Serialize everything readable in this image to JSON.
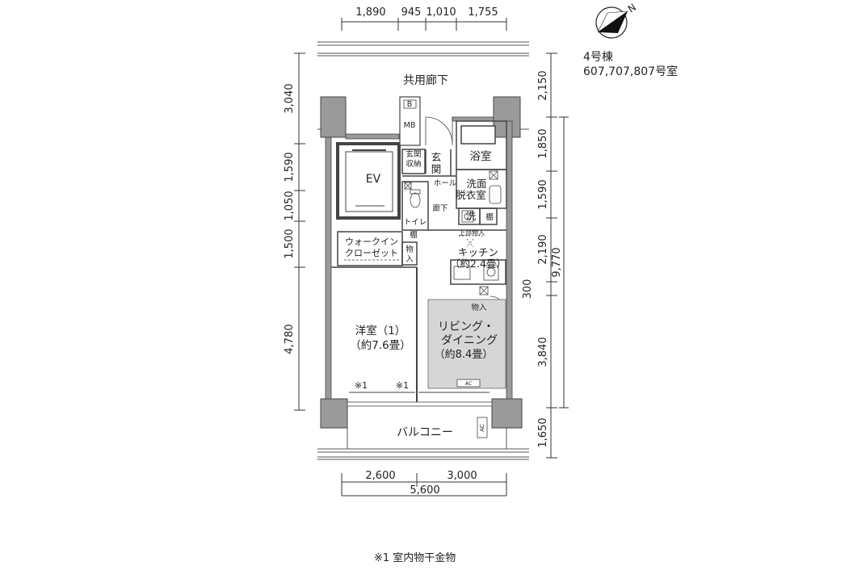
{
  "building": {
    "name": "4号棟",
    "units": "607,707,807号室"
  },
  "compass": {
    "north_label": "N"
  },
  "dimensions": {
    "top": [
      "1,890",
      "945",
      "1,010",
      "1,755"
    ],
    "bottom_parts": [
      "2,600",
      "3,000"
    ],
    "bottom_total": "5,600",
    "left": [
      "3,040",
      "1,590",
      "1,050",
      "1,500",
      "4,780"
    ],
    "right_inner": [
      "2,150",
      "1,850",
      "1,590",
      "2,190",
      "300",
      "3,840",
      "1,650"
    ],
    "right_total": "9,770"
  },
  "rooms": {
    "corridor": "共用廊下",
    "elevator": "EV",
    "entrance_storage": [
      "玄関",
      "収納"
    ],
    "entrance": [
      "玄",
      "関"
    ],
    "hall": "ホール",
    "bath": "浴室",
    "washroom": [
      "洗面",
      "脱衣室"
    ],
    "washer": "洗",
    "shelf": "棚",
    "toilet": "トイレ",
    "hallway": "廊下",
    "walk_in_closet": [
      "ウォークイン",
      "クローゼット"
    ],
    "storage": [
      "物",
      "入"
    ],
    "upper_storage": "上部物入",
    "kitchen": [
      "キッチン",
      "（約2.4畳）"
    ],
    "bedroom": [
      "洋室（1）",
      "（約7.6畳）"
    ],
    "living": [
      "リビング・",
      "ダイニング",
      "（約8.4畳）"
    ],
    "storage2": "物入",
    "balcony": "バルコニー",
    "mb": "MB",
    "b": "B",
    "ac": "AC",
    "mark1": "※1"
  },
  "footnote": "※1 室内物干金物"
}
